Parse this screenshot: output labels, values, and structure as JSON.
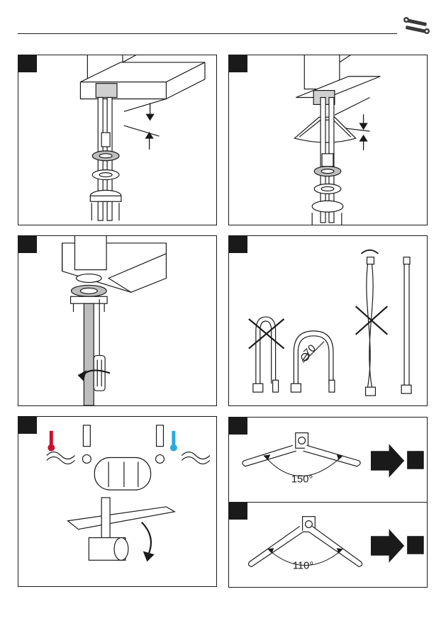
{
  "header": {
    "icon": "tools-icon"
  },
  "steps": {
    "step5": {
      "diameter_label": "70"
    },
    "step7": {
      "angle_label": "150°"
    },
    "step8": {
      "angle_label": "110°"
    }
  },
  "colors": {
    "line": "#1a1a1a",
    "hot": "#c8102e",
    "cold": "#2aa9e0",
    "shade": "#b3b3b3"
  }
}
